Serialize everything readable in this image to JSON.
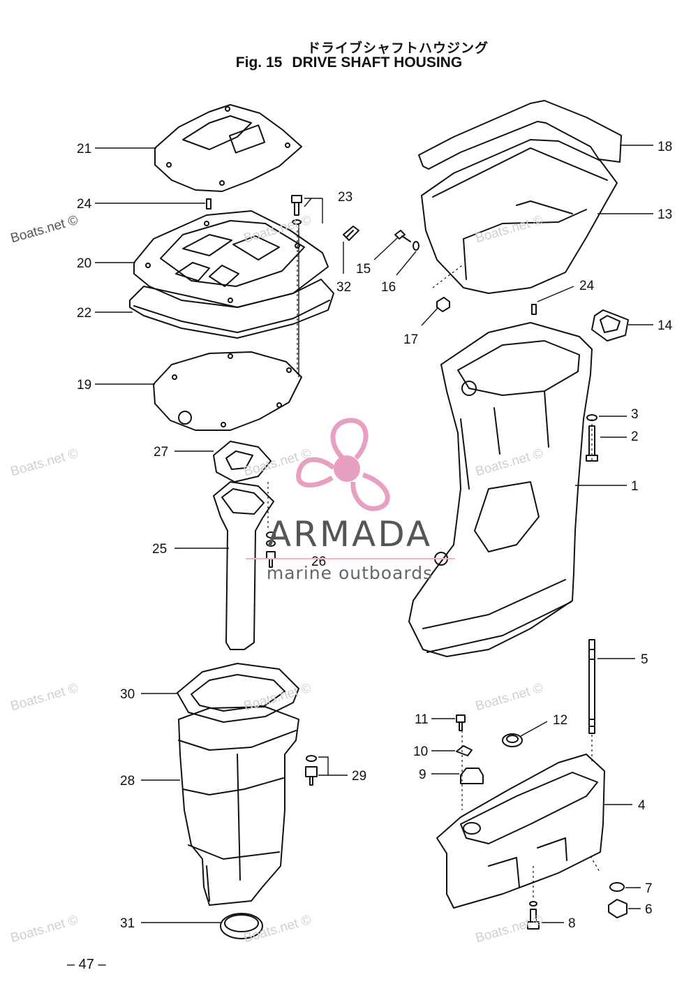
{
  "header": {
    "title_jp": "ドライブシャフトハウジング",
    "fig_label": "Fig. 15",
    "title_en": "DRIVE SHAFT HOUSING"
  },
  "page_number": "– 47 –",
  "watermark": {
    "text": "Boats.net ©",
    "brand_name": "ARMADA",
    "brand_tagline": "marine outboards",
    "brand_color": "#e7a0c2"
  },
  "callouts": [
    {
      "id": "21",
      "label": "21"
    },
    {
      "id": "24a",
      "label": "24"
    },
    {
      "id": "20",
      "label": "20"
    },
    {
      "id": "22",
      "label": "22"
    },
    {
      "id": "19",
      "label": "19"
    },
    {
      "id": "23",
      "label": "23"
    },
    {
      "id": "32",
      "label": "32"
    },
    {
      "id": "15",
      "label": "15"
    },
    {
      "id": "16",
      "label": "16"
    },
    {
      "id": "17",
      "label": "17"
    },
    {
      "id": "18",
      "label": "18"
    },
    {
      "id": "13",
      "label": "13"
    },
    {
      "id": "24b",
      "label": "24"
    },
    {
      "id": "14",
      "label": "14"
    },
    {
      "id": "3",
      "label": "3"
    },
    {
      "id": "2",
      "label": "2"
    },
    {
      "id": "1",
      "label": "1"
    },
    {
      "id": "27",
      "label": "27"
    },
    {
      "id": "25",
      "label": "25"
    },
    {
      "id": "26",
      "label": "26"
    },
    {
      "id": "30",
      "label": "30"
    },
    {
      "id": "28",
      "label": "28"
    },
    {
      "id": "29",
      "label": "29"
    },
    {
      "id": "31",
      "label": "31"
    },
    {
      "id": "5",
      "label": "5"
    },
    {
      "id": "11",
      "label": "11"
    },
    {
      "id": "12",
      "label": "12"
    },
    {
      "id": "10",
      "label": "10"
    },
    {
      "id": "9",
      "label": "9"
    },
    {
      "id": "4",
      "label": "4"
    },
    {
      "id": "7",
      "label": "7"
    },
    {
      "id": "6",
      "label": "6"
    },
    {
      "id": "8",
      "label": "8"
    }
  ]
}
